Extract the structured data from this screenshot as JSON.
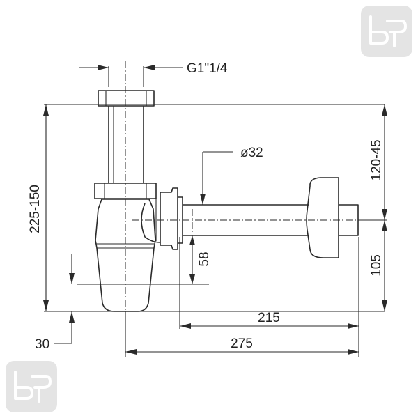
{
  "dimensions": {
    "thread": "G1\"1/4",
    "pipe_diameter": "ø32",
    "total_height": "225-150",
    "outlet_height": "120-45",
    "wall_height": "105",
    "trap_offset": "58",
    "bottom_gap": "30",
    "pipe_length": "215",
    "overall_length": "275"
  },
  "logos": [
    {
      "corner": "top-right",
      "icon": "brand-logo-icon"
    },
    {
      "corner": "bottom-left",
      "icon": "brand-logo-icon"
    }
  ],
  "colors": {
    "line": "#2a2a2a",
    "logo": "#e4e4e4"
  }
}
